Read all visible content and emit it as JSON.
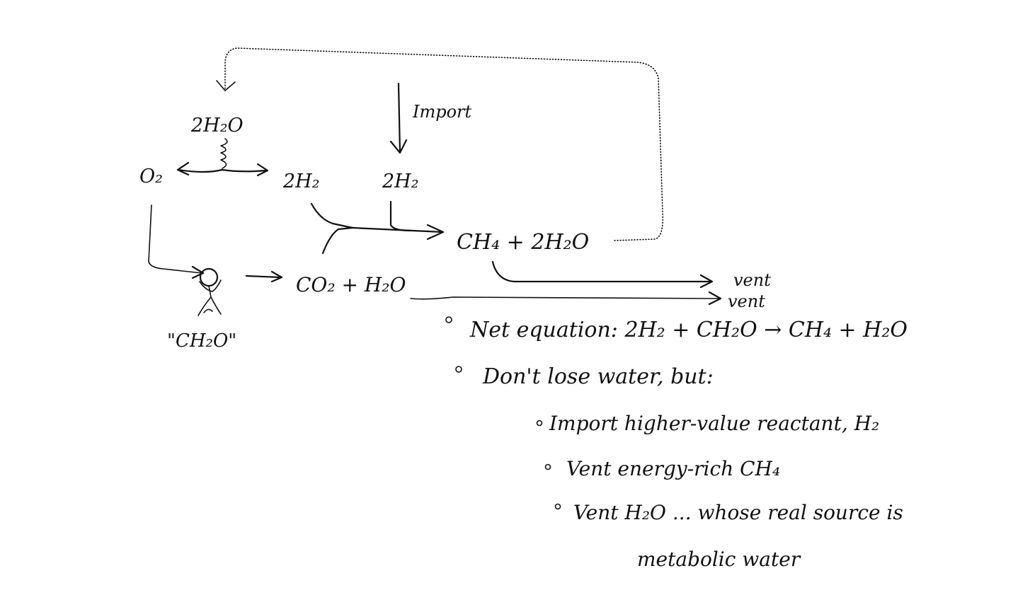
{
  "diagram": {
    "labels": {
      "water_top": "2H₂O",
      "import": "Import",
      "o2": "O₂",
      "h2_left": "2H₂",
      "h2_right": "2H₂",
      "products": "CH₄ + 2H₂O",
      "food": "\"CH₂O\"",
      "co2_h2o": "CO₂  + H₂O",
      "vent_1": "vent",
      "vent_2": "vent"
    }
  },
  "notes": {
    "items": [
      {
        "text": "Net equation:  2H₂ + CH₂O  →  CH₄ + H₂O",
        "level": 1
      },
      {
        "text": "Don't lose water, but:",
        "level": 1
      },
      {
        "text": "Import higher-value reactant, H₂",
        "level": 2
      },
      {
        "text": "Vent energy-rich CH₄",
        "level": 2
      },
      {
        "text": "Vent H₂O ... whose real source is",
        "level": 2
      },
      {
        "text": "metabolic water",
        "level": 3
      }
    ]
  }
}
